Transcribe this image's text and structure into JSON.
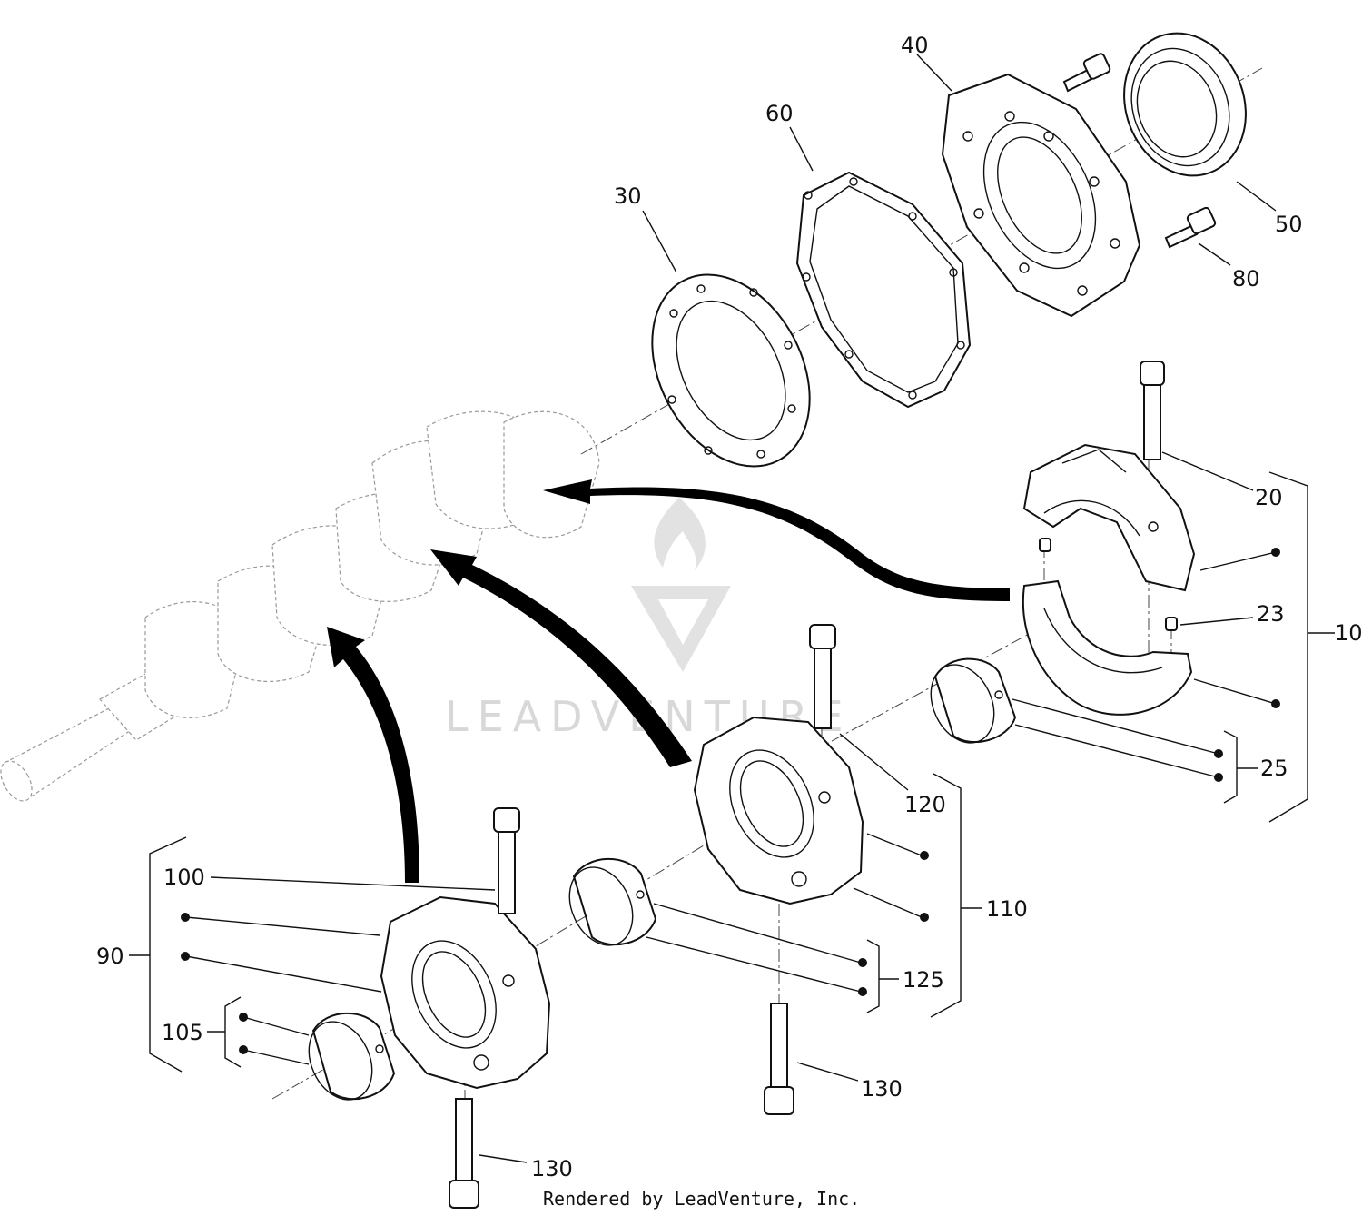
{
  "callouts": {
    "c10": "10",
    "c20": "20",
    "c23": "23",
    "c25": "25",
    "c30": "30",
    "c40": "40",
    "c50": "50",
    "c60": "60",
    "c80": "80",
    "c90": "90",
    "c100": "100",
    "c105": "105",
    "c110": "110",
    "c120": "120",
    "c125": "125",
    "c130a": "130",
    "c130b": "130"
  },
  "watermark": "LEADVENTURE",
  "footer": "Rendered by LeadVenture, Inc."
}
